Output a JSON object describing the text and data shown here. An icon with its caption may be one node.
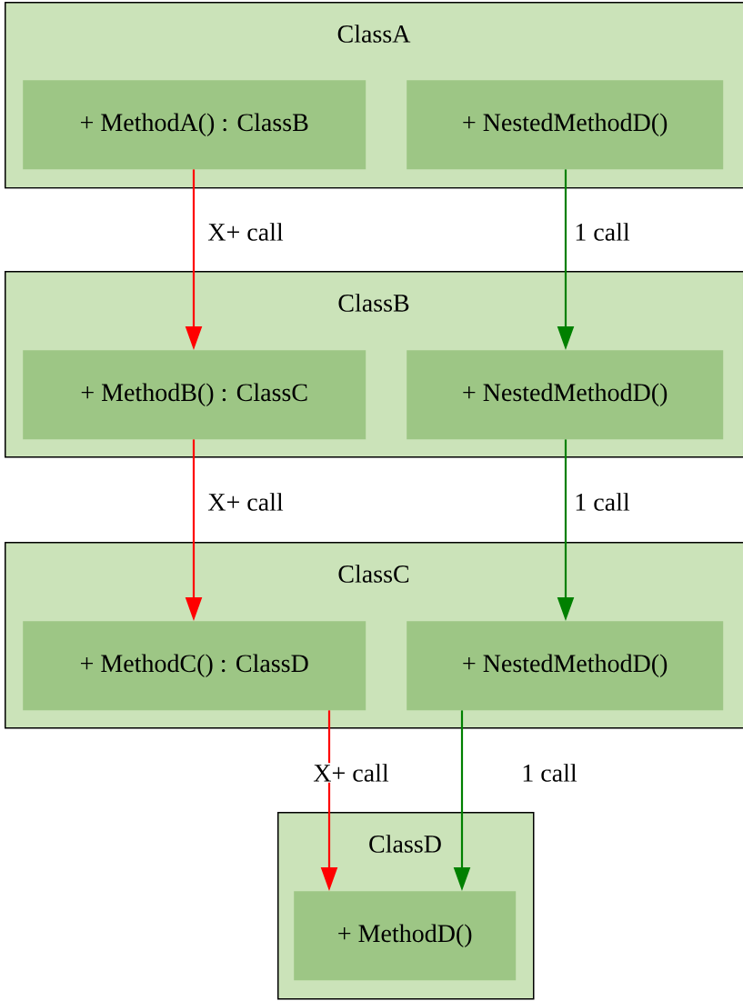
{
  "diagram": {
    "nodes": [
      {
        "text": [
          "ClassA"
        ]
      },
      {
        "text": [
          "+ MethodA() : ClassB"
        ],
        "in": 0
      },
      {
        "text": [
          "+ NestedMethodD()"
        ],
        "in": 0
      },
      {
        "text": [
          "ClassB"
        ]
      },
      {
        "text": [
          "+ MethodB() : ClassC"
        ],
        "in": 3
      },
      {
        "text": [
          "+ NestedMethodD()"
        ],
        "in": 3
      },
      {
        "text": [
          "ClassC"
        ]
      },
      {
        "text": [
          "+ MethodC() : ClassD"
        ],
        "in": 6
      },
      {
        "text": [
          "+ NestedMethodD()"
        ],
        "in": 6
      },
      {
        "text": [
          "ClassD"
        ]
      },
      {
        "text": [
          "+ MethodD()"
        ],
        "in": 9
      }
    ],
    "edges": [
      {
        "from": 1,
        "to": 4,
        "arrow": "to",
        "label": "X+ call",
        "color": "#ff0000"
      },
      {
        "from": 2,
        "to": 5,
        "arrow": "to",
        "label": "1 call",
        "color": "#008000"
      },
      {
        "from": 4,
        "to": 7,
        "arrow": "to",
        "label": "X+ call",
        "color": "#ff0000"
      },
      {
        "from": 5,
        "to": 8,
        "arrow": "to",
        "label": "1 call",
        "color": "#008000"
      },
      {
        "from": 7,
        "to": 10,
        "arrow": "to",
        "label": "X+ call",
        "color": "#ff0000"
      },
      {
        "from": 8,
        "to": 10,
        "arrow": "to",
        "label": "1 call",
        "color": "#008000"
      }
    ]
  }
}
